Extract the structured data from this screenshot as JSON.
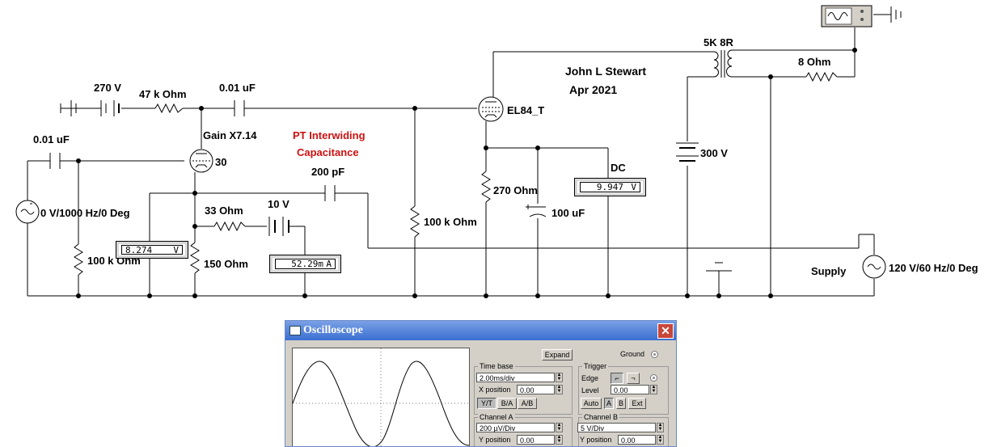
{
  "schematic": {
    "labels": {
      "battery_270": "270 V",
      "r_47k": "47 k Ohm",
      "c_001_top": "0.01 uF",
      "c_001_left": "0.01 uF",
      "gain": "Gain X7.14",
      "tube_30": "30",
      "source": "0 V/1000 Hz/0 Deg",
      "r_100k_left": "100 k Ohm",
      "r_33": "33  Ohm",
      "battery_10": "10 V",
      "r_150": "150  Ohm",
      "pt_line1": "PT Interwiding",
      "pt_line2": "Capacitance",
      "c_200p": "200 pF",
      "r_100k_mid": "100 k Ohm",
      "tube_el84": "EL84_T",
      "r_270": "270  Ohm",
      "c_100u": "100 uF",
      "dc": "DC",
      "author": "John L Stewart",
      "date": "Apr 2021",
      "transformer": "5K 8R",
      "r_8": "8  Ohm",
      "battery_300": "300 V",
      "supply": "Supply",
      "mains": "120 V/60 Hz/0 Deg"
    },
    "meters": {
      "voltmeter_left": "8.274",
      "voltmeter_left_unit": "V",
      "ammeter": "52.29m",
      "ammeter_unit": "A",
      "voltmeter_dc": "9.947",
      "voltmeter_dc_unit": "V"
    }
  },
  "oscilloscope": {
    "title": "Oscilloscope",
    "close": "✕",
    "expand": "Expand",
    "ground": "Ground",
    "timebase": {
      "caption": "Time base",
      "value": "2.00ms/div",
      "xpos_label": "X position",
      "xpos_value": "0.00",
      "modes": [
        "Y/T",
        "B/A",
        "A/B"
      ]
    },
    "trigger": {
      "caption": "Trigger",
      "edge_label": "Edge",
      "level_label": "Level",
      "level_value": "0.00",
      "modes": [
        "Auto",
        "A",
        "B",
        "Ext"
      ]
    },
    "channel_a": {
      "caption": "Channel A",
      "value": "200 µV/Div",
      "ypos_label": "Y position",
      "ypos_value": "0.00"
    },
    "channel_b": {
      "caption": "Channel B",
      "value": "5  V/Div",
      "ypos_label": "Y position",
      "ypos_value": "0.00"
    }
  }
}
